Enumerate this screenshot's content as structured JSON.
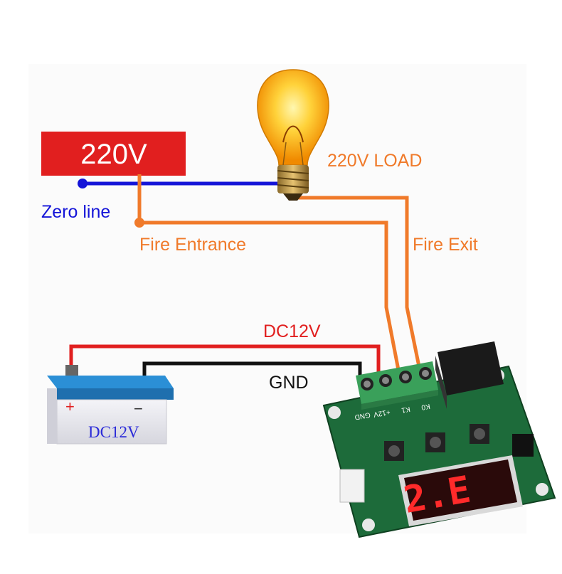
{
  "power_source": {
    "label": "220V",
    "color": "#e11f1f"
  },
  "labels": {
    "zero_line": "Zero line",
    "load": "220V LOAD",
    "fire_entrance": "Fire Entrance",
    "fire_exit": "Fire Exit",
    "dc12v_wire": "DC12V",
    "gnd_wire": "GND"
  },
  "battery": {
    "plus": "+",
    "minus": "−",
    "label": "DC12V"
  },
  "module": {
    "display_text": "2.E",
    "terminal_labels": [
      "GND",
      "+12V",
      "K1",
      "K0"
    ]
  },
  "colors": {
    "zero_wire": "#1414d8",
    "fire_wire": "#f07a2a",
    "dc_wire": "#e11f1f",
    "gnd_wire": "#111111",
    "pcb": "#1d6b3a",
    "terminal": "#3aa05a",
    "relay": "#1a1a1a",
    "display_digit": "#ff2a2a",
    "battery_body": "#e9e9ee",
    "battery_top": "#2b8fd6"
  },
  "icons": [
    "light-bulb-icon",
    "battery-icon",
    "thermostat-module-icon"
  ]
}
